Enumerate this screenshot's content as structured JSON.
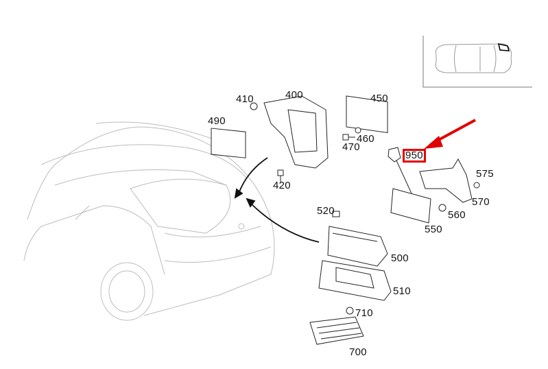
{
  "diagram": {
    "labels": {
      "p410": "410",
      "p400": "400",
      "p450": "450",
      "p490": "490",
      "p460": "460",
      "p470": "470",
      "p420": "420",
      "p950": "950",
      "p575": "575",
      "p570": "570",
      "p560": "560",
      "p550": "550",
      "p520": "520",
      "p500": "500",
      "p510": "510",
      "p710": "710",
      "p700": "700"
    },
    "highlighted_part": "950",
    "colors": {
      "highlight": "#e00000",
      "line": "#222222",
      "car": "#b8b8b8"
    }
  }
}
